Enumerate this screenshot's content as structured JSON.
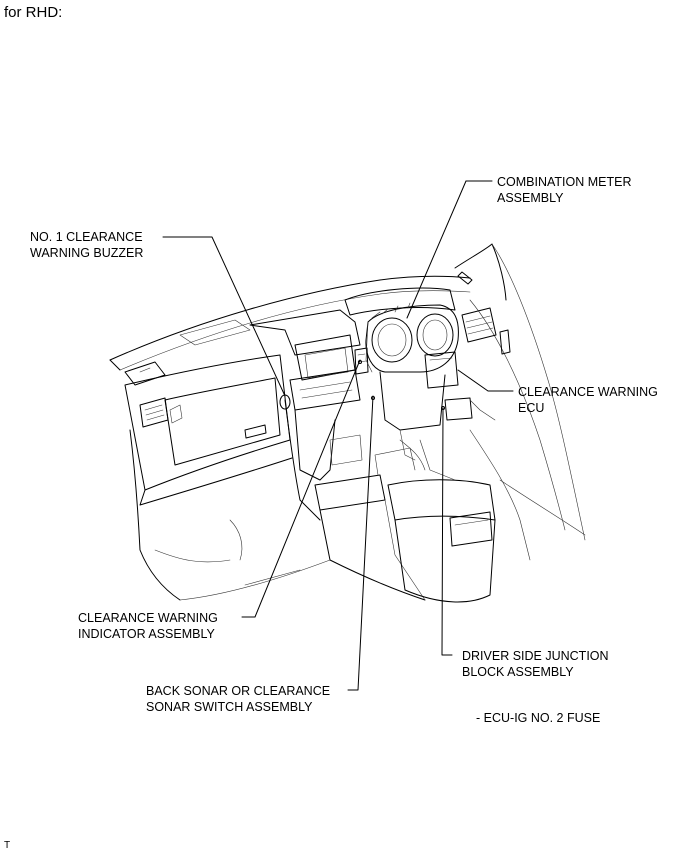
{
  "heading": "for RHD:",
  "labels": {
    "combination_meter": [
      "COMBINATION METER",
      "ASSEMBLY"
    ],
    "buzzer": [
      "NO. 1 CLEARANCE",
      "WARNING BUZZER"
    ],
    "warning_ecu": [
      "CLEARANCE WARNING",
      "ECU"
    ],
    "indicator": [
      "CLEARANCE WARNING",
      "INDICATOR ASSEMBLY"
    ],
    "junction_block": [
      "DRIVER SIDE JUNCTION",
      "BLOCK ASSEMBLY"
    ],
    "sonar_switch": [
      "BACK SONAR OR CLEARANCE",
      "SONAR SWITCH ASSEMBLY"
    ],
    "fuse_note": "- ECU-IG NO. 2 FUSE"
  },
  "footer": "T"
}
